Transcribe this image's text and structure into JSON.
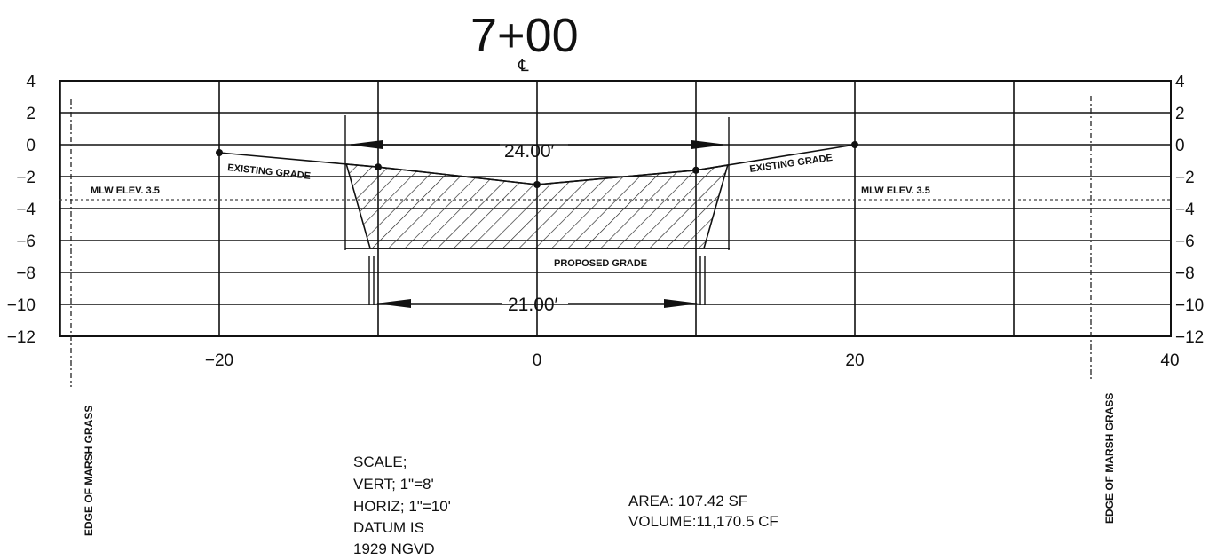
{
  "station_title": "7+00",
  "centerline_symbol": "℄",
  "y_ticks": [
    4,
    2,
    0,
    -2,
    -4,
    -6,
    -8,
    -10,
    -12
  ],
  "y_tick_labels_left": [
    "4",
    "2",
    "0",
    "−2",
    "−4",
    "−6",
    "−8",
    "−10",
    "−12"
  ],
  "y_tick_labels_right": [
    "4",
    "2",
    "0",
    "−2",
    "−4",
    "−6",
    "−8",
    "−10",
    "−12"
  ],
  "x_tick_labels": [
    "−20",
    "0",
    "20",
    "40"
  ],
  "existing_grade_points": [
    [
      -20,
      -0.5
    ],
    [
      -10,
      -1.4
    ],
    [
      0,
      -2.5
    ],
    [
      10,
      -1.6
    ],
    [
      20,
      0
    ]
  ],
  "proposed_grade": {
    "bottom_elev": -6.5,
    "bottom_half_width": 10.5,
    "top_half_width": 12
  },
  "dimension_top": "24.00′",
  "dimension_bottom": "21.00′",
  "labels": {
    "existing_grade_left": "EXISTING GRADE",
    "existing_grade_right": "EXISTING GRADE",
    "mlw_left": "MLW ELEV. 3.5",
    "mlw_right": "MLW ELEV. 3.5",
    "proposed_grade": "PROPOSED GRADE",
    "edge_left": "EDGE OF MARSH GRASS",
    "edge_right": "EDGE OF MARSH GRASS"
  },
  "scale_note": [
    "SCALE;",
    "VERT;  1\"=8'",
    "HORIZ;  1\"=10'",
    "DATUM IS",
    "1929  NGVD"
  ],
  "quantities": [
    "AREA:  107.42  SF",
    "VOLUME:11,170.5  CF"
  ]
}
